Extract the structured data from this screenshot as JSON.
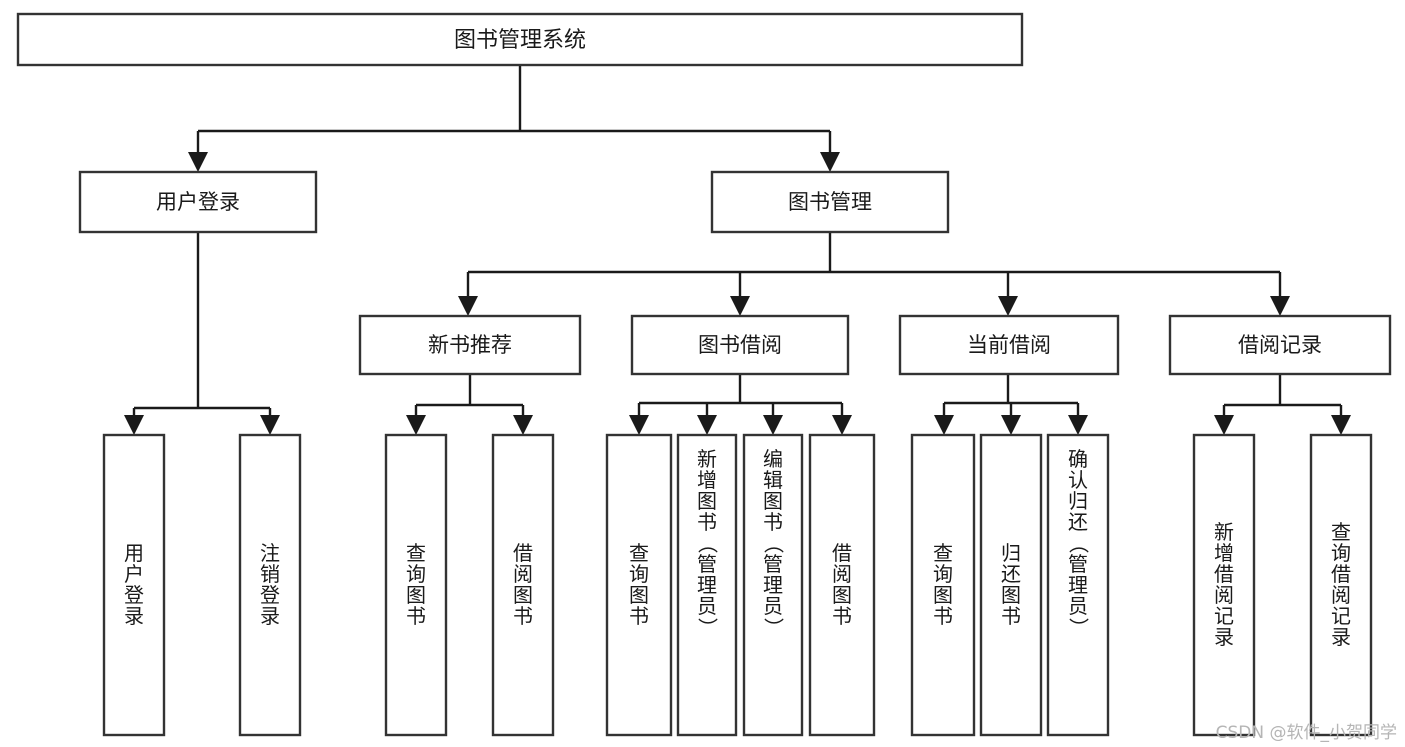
{
  "diagram": {
    "title": "图书管理系统",
    "watermark": "CSDN @软件_小贺同学",
    "colors": {
      "box_stroke": "#333333",
      "box_fill": "#ffffff",
      "connector": "#1a1a1a",
      "text": "#1a1a1a",
      "watermark": "#b5b5b5",
      "background": "#ffffff"
    },
    "root": {
      "label": "图书管理系统"
    },
    "level1": [
      {
        "label": "用户登录"
      },
      {
        "label": "图书管理"
      }
    ],
    "level2": [
      {
        "label": "新书推荐"
      },
      {
        "label": "图书借阅"
      },
      {
        "label": "当前借阅"
      },
      {
        "label": "借阅记录"
      }
    ],
    "leaves": {
      "user_login": [
        {
          "label": "用户登录"
        },
        {
          "label": "注销登录"
        }
      ],
      "new_book_recommend": [
        {
          "label": "查询图书"
        },
        {
          "label": "借阅图书"
        }
      ],
      "book_borrow": [
        {
          "label": "查询图书"
        },
        {
          "label": "新增图书（管理员）"
        },
        {
          "label": "编辑图书（管理员）"
        },
        {
          "label": "借阅图书"
        }
      ],
      "current_borrow": [
        {
          "label": "查询图书"
        },
        {
          "label": "归还图书"
        },
        {
          "label": "确认归还（管理员）"
        }
      ],
      "borrow_record": [
        {
          "label": "新增借阅记录"
        },
        {
          "label": "查询借阅记录"
        }
      ]
    }
  }
}
